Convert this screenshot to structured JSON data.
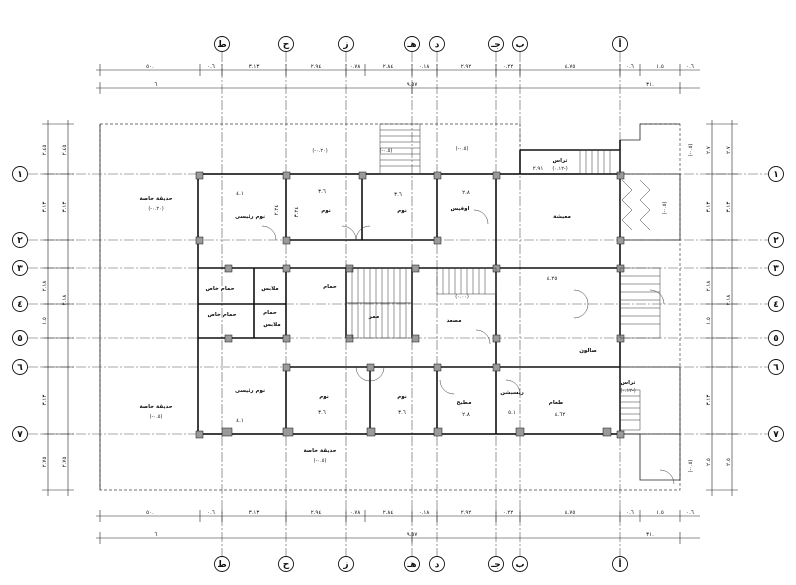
{
  "grid": {
    "vertical_axes": [
      "ط",
      "ح",
      "ز",
      "هـ",
      "د",
      "جـ",
      "ب",
      "أ"
    ],
    "horizontal_axes": [
      "١",
      "٢",
      "٣",
      "٤",
      "٥",
      "٦",
      "٧"
    ]
  },
  "dimensions": {
    "top_row": [
      "٥٠.",
      "٠.٦",
      "٣.١٣",
      "٢.٩٤",
      "٠.٧٨",
      "٢.٨٤",
      "٠.١٨",
      "٢.٩٢",
      "٠.٢٢",
      "٤.٧٥",
      "٠.٦",
      "١.٥",
      "٠.٦"
    ],
    "top_total": "٩.٥٧",
    "top_end": "٣١.",
    "top_start": "٦",
    "bottom_row": [
      "٥٠.",
      "٠.٦",
      "٣.١٣",
      "٢.٩٤",
      "٠.٧٨",
      "٢.٨٤",
      "٠.١٨",
      "٢.٩٢",
      "٠.٢٢",
      "٤.٧٥",
      "٠.٦",
      "١.٥",
      "٠.٦"
    ],
    "bottom_total": "٩.٥٧",
    "bottom_end": "٣١.",
    "bottom_start": "٦",
    "left_col": [
      "٢.٤٥",
      "٣.١٣",
      "٢.١٨",
      "١.٥",
      "٣.١٣",
      "٢.٧٥"
    ],
    "left_outer": [
      "٢.٤٥",
      "٣.١٣",
      "٢.١٨",
      "٢.٧٥"
    ],
    "right_col": [
      "٢.٧",
      "٣.١٣",
      "٢.١٨",
      "١.٥",
      "٣.١٣",
      "٢.٥"
    ],
    "right_outer": [
      "٢.٧",
      "٣.١٣",
      "٢.١٨",
      "٢.٥"
    ]
  },
  "rooms": {
    "garden_top_left": {
      "name": "حديقة خاصة",
      "level": "(-٠.٢٠)"
    },
    "garden_bottom_left": {
      "name": "حديقة خاصة",
      "level": "(-٠.٥)"
    },
    "garden_bottom_center": {
      "name": "حديقة خاصة",
      "level": "(-٠.٥)"
    },
    "master_bed_top": {
      "name": "نوم رئيسى",
      "dim1": "٤.١",
      "dim2": "٢.٢٤"
    },
    "bed_top_1": {
      "name": "نوم",
      "dim1": "٣.٦",
      "dim2": "٣.٢٤"
    },
    "bed_top_2": {
      "name": "نوم",
      "dim1": "٣.٦"
    },
    "office": {
      "name": "اوفيس",
      "dim1": "٢.٨"
    },
    "living": {
      "name": "معيشة",
      "dim1": "٤.٢٥"
    },
    "terrace_top": {
      "name": "تراس",
      "level": "(٠.١٢-)",
      "dim1": "٢.٩١"
    },
    "bath_1": {
      "name": "حمام خاص"
    },
    "bath_2": {
      "name": "حمام خاص"
    },
    "bath_3": {
      "name": "حمام"
    },
    "bath_4": {
      "name": "حمام"
    },
    "dressing_1": {
      "name": "ملابس"
    },
    "dressing_2": {
      "name": "ملابس"
    },
    "corridor": {
      "name": "ممر"
    },
    "elevator": {
      "name": "مصعد"
    },
    "salon": {
      "name": "صالون"
    },
    "master_bed_bottom": {
      "name": "نوم رئيسى",
      "dim1": "٤.١"
    },
    "bed_bottom_1": {
      "name": "نوم",
      "dim1": "٣.٦"
    },
    "bed_bottom_2": {
      "name": "نوم",
      "dim1": "٣.٦"
    },
    "kitchen": {
      "name": "مطبخ",
      "dim1": "٢.٨"
    },
    "reception": {
      "name": "ريسبشن",
      "dim1": "٥.١"
    },
    "dining": {
      "name": "طعام",
      "dim1": "٤.٦٢"
    },
    "terrace_bottom": {
      "name": "تراس",
      "level": "(٠.١٢-)"
    },
    "top_levels": [
      "(-٠.٢٠)",
      "(-٠.٥)",
      "(-٠.٥)"
    ],
    "right_levels": [
      "(-٠.٥)",
      "(-٠.٥)",
      "(-٠.٥)"
    ],
    "mid_level": "(٠.٠٠)"
  }
}
